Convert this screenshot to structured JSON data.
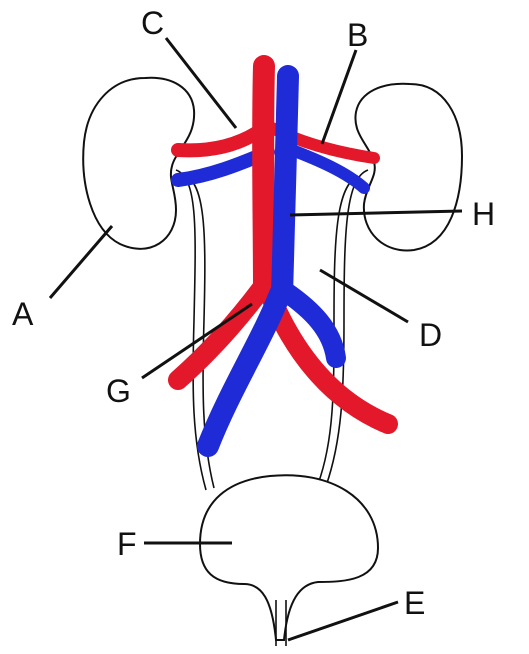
{
  "colors": {
    "artery": "#e3182b",
    "vein": "#1f2bd6",
    "outline": "#111111",
    "background": "#ffffff"
  },
  "labels": {
    "a": "A",
    "b": "B",
    "c": "C",
    "d": "D",
    "e": "E",
    "f": "F",
    "g": "G",
    "h": "H"
  }
}
